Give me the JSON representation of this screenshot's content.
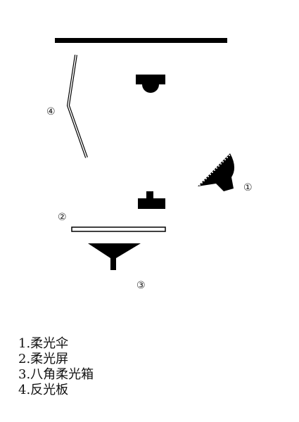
{
  "diagram": {
    "markers": {
      "umbrella": "①",
      "softscreen": "②",
      "octabox": "③",
      "reflector": "④"
    },
    "legend": [
      "1.柔光伞",
      "2.柔光屏",
      "3.八角柔光箱",
      "4.反光板"
    ]
  },
  "colors": {
    "ink": "#000000",
    "background": "#ffffff"
  }
}
